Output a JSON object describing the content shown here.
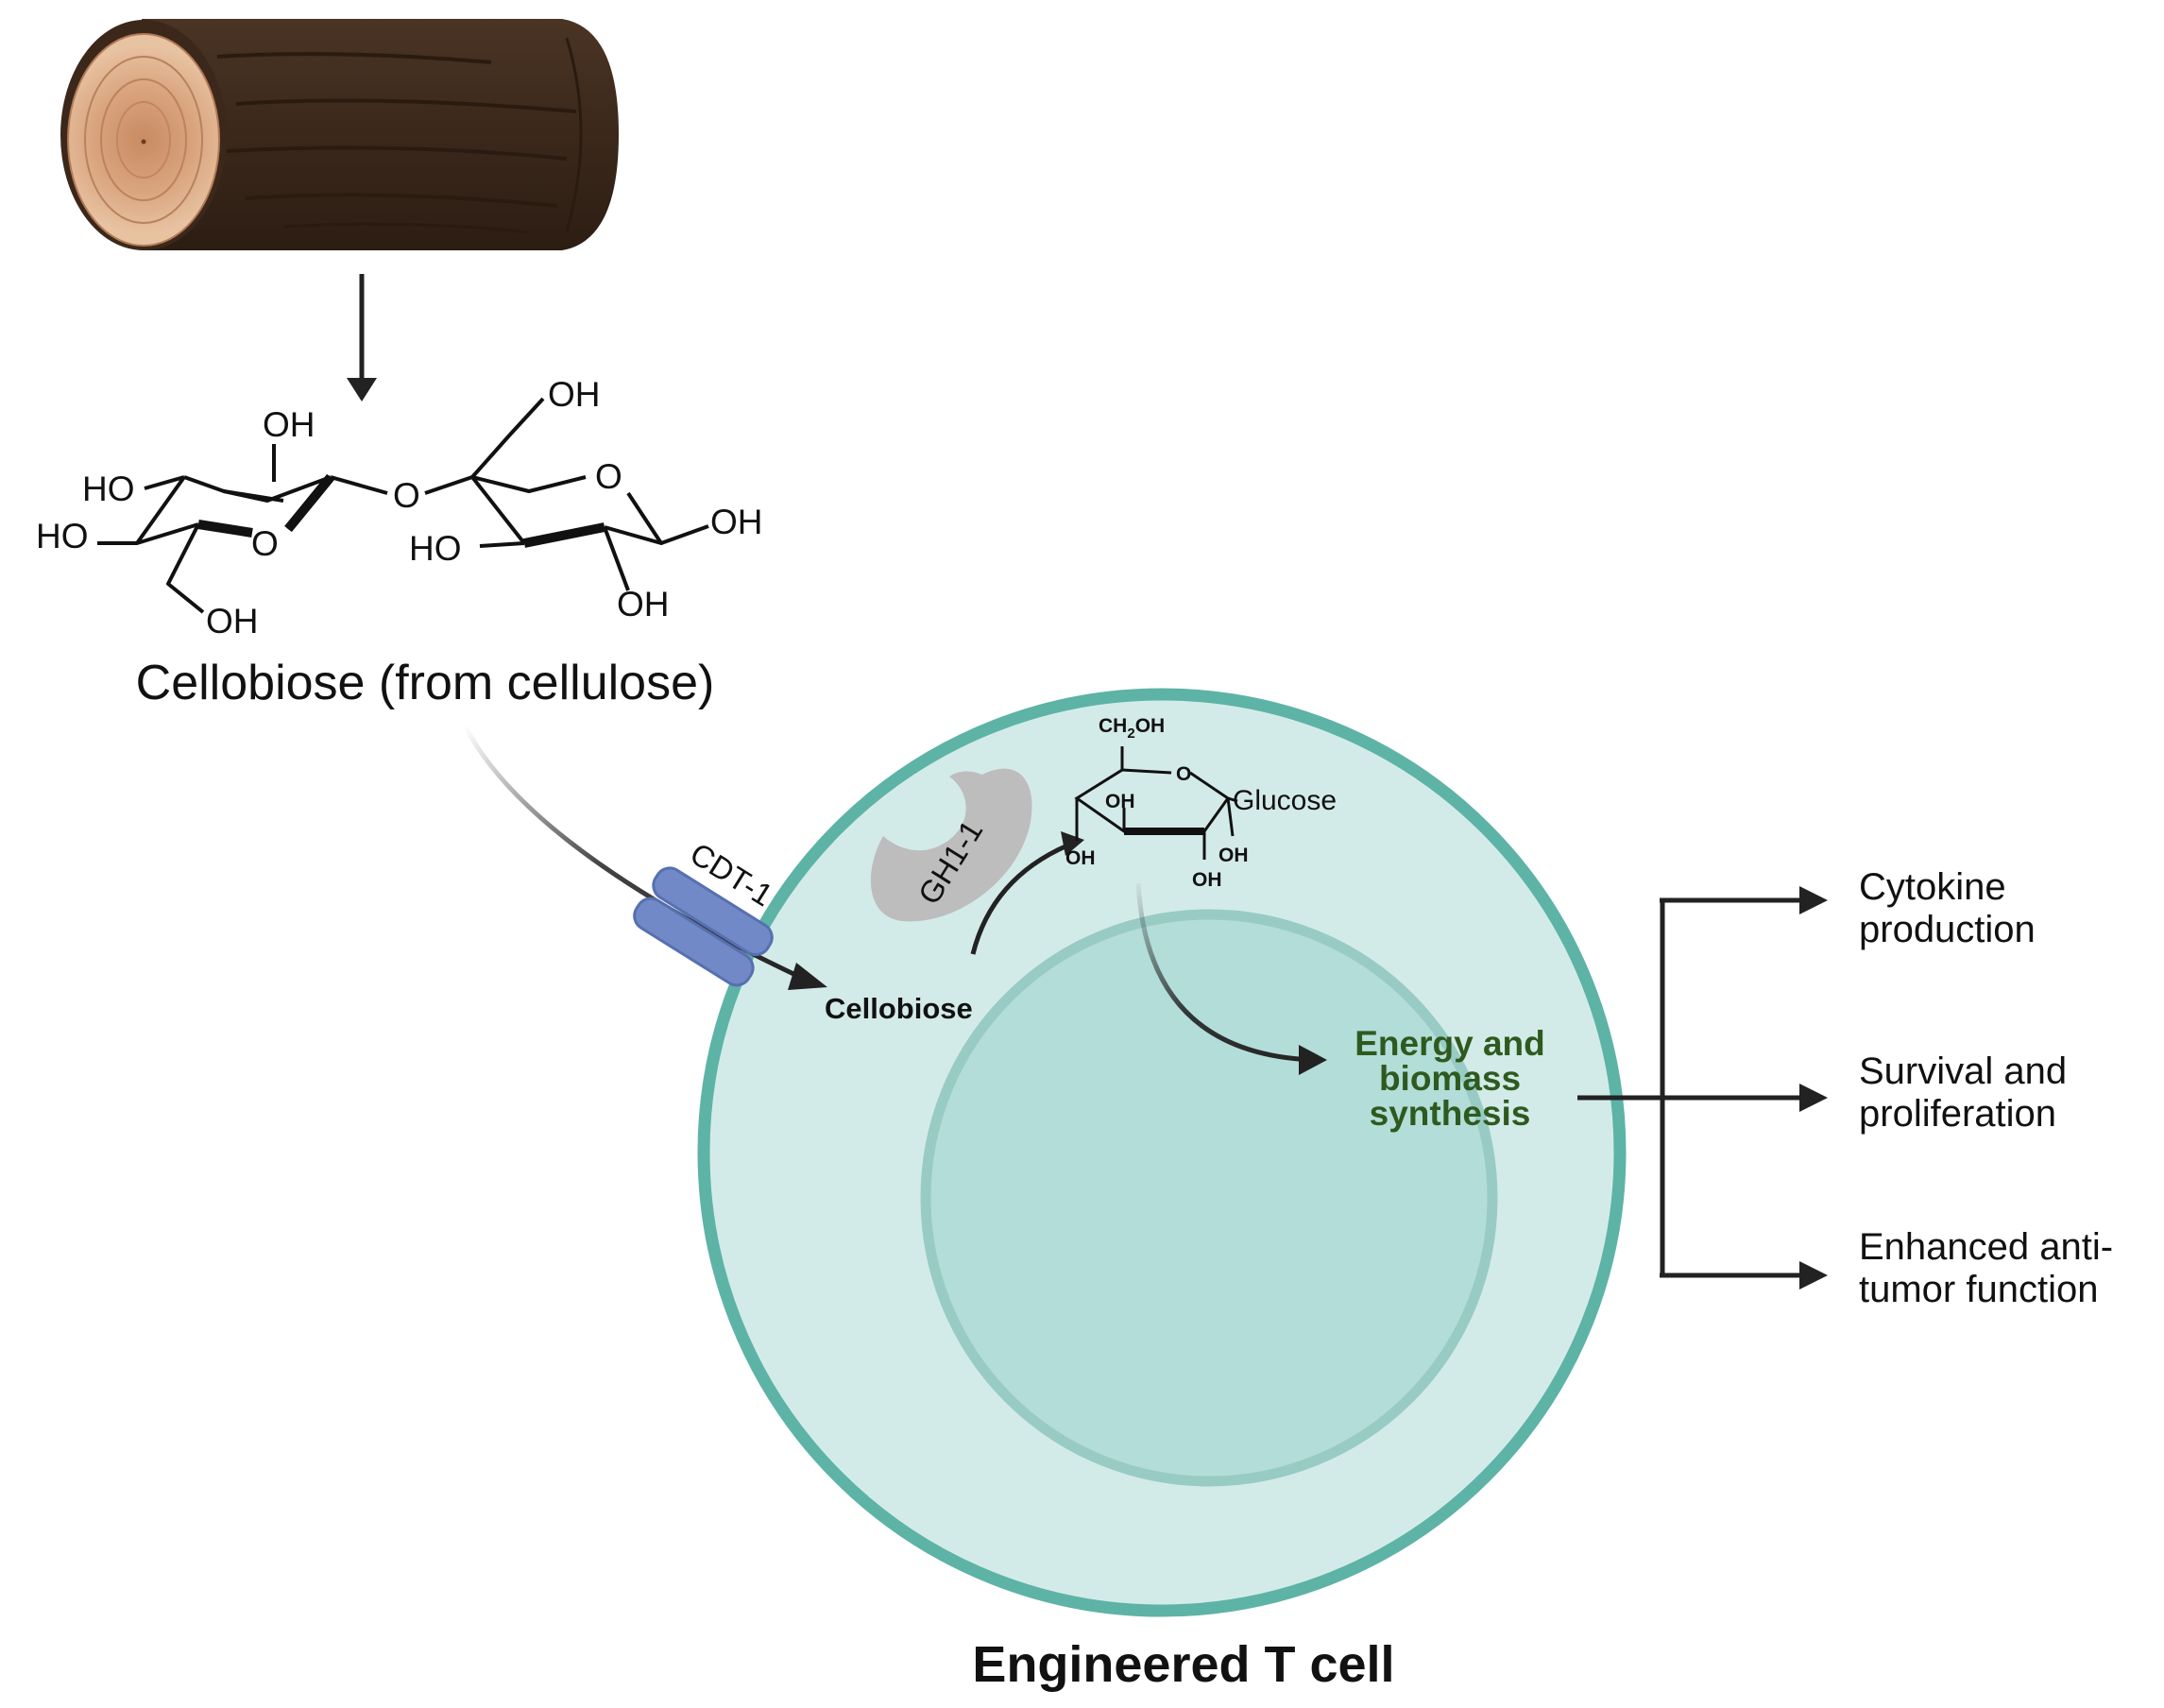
{
  "source": {
    "name": "wood-log"
  },
  "cellobiose_molecule": {
    "name": "Cellobiose (from cellulose)",
    "labels": {
      "oh_top_left": "OH",
      "ho_left_1": "HO",
      "ho_left_2": "HO",
      "ring_o_left": "O",
      "oh_bottom_left": "OH",
      "bridge_o": "O",
      "oh_ch2_right": "OH",
      "ring_o_right": "O",
      "ho_right": "HO",
      "oh_right": "OH",
      "oh_bottom_right": "OH"
    }
  },
  "transporter": {
    "name": "CDT-1"
  },
  "enzyme": {
    "name": "GH1-1"
  },
  "internal_cellobiose": "Cellobiose",
  "glucose_molecule": {
    "name": "Glucose",
    "labels": {
      "ch2oh_main": "CH",
      "ch2oh_sub": "2",
      "ch2oh_tail": "OH",
      "ring_o": "O",
      "oh_inner": "OH",
      "oh_left": "OH",
      "oh_bottom": "OH",
      "oh_right": "OH"
    }
  },
  "energy": {
    "line1": "Energy and",
    "line2": "biomass",
    "line3": "synthesis"
  },
  "outputs": [
    {
      "line1": "Cytokine",
      "line2": "production"
    },
    {
      "line1": "Survival and",
      "line2": "proliferation"
    },
    {
      "line1": "Enhanced anti-",
      "line2": "tumor function"
    }
  ],
  "cell_label": "Engineered T cell",
  "colors": {
    "cell_border": "#5db3a6",
    "cytoplasm": "#d3ebe8",
    "nucleus": "#b3ddd8",
    "nucleus_border": "#98cbc4",
    "bark": "#3e2a1d",
    "wood": "#d9a57f",
    "transporter": "#7189c6",
    "enzyme": "#bdbdbd",
    "green_text": "#2f5a1f"
  }
}
